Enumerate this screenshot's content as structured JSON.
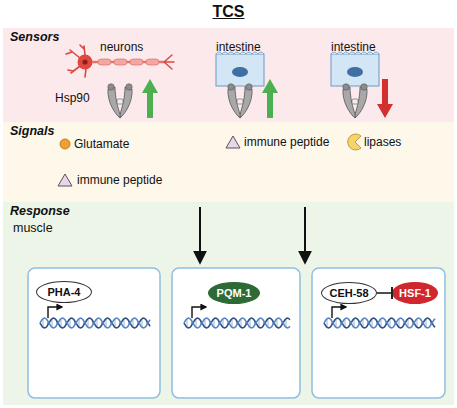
{
  "diagram": {
    "title": "TCS",
    "nodes": [
      {
        "text": [
          "Sensors"
        ]
      },
      {
        "text": [
          "Signals"
        ]
      },
      {
        "text": [
          "Response",
          "muscle"
        ]
      },
      {
        "text": [
          "PHA-4"
        ],
        "in": 2
      },
      {
        "text": [
          "PQM-1"
        ],
        "in": 2
      },
      {
        "text": [
          "CEH-58"
        ],
        "in": 2
      },
      {
        "text": [
          "HSF-1"
        ],
        "in": 2
      }
    ],
    "edges": [
      {
        "from": 5,
        "to": 6,
        "arrow": "to"
      }
    ],
    "labels": [
      "neurons",
      "intestine",
      "intestine",
      "Hsp90",
      "Glutamate",
      "immune peptide",
      "immune peptide",
      "lipases"
    ]
  }
}
